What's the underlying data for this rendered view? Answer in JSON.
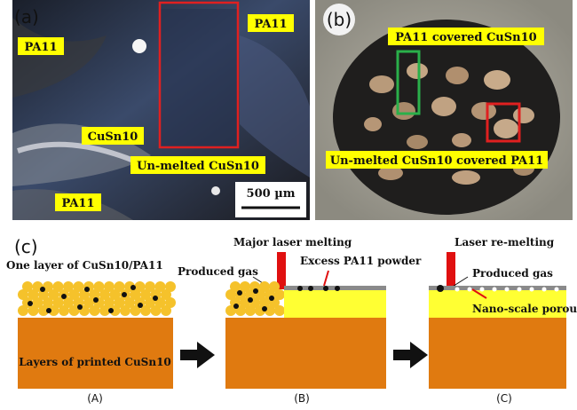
{
  "panel_a": {
    "tag": "(a)",
    "labels": {
      "pa11_top_left": "PA11",
      "pa11_top_right": "PA11",
      "cusn10": "CuSn10",
      "unmelted": "Un-melted CuSn10",
      "pa11_bottom": "PA11"
    },
    "scale_bar": "500 µm"
  },
  "panel_b": {
    "tag": "(b)",
    "labels": {
      "covered": "PA11 covered CuSn10",
      "unmelted_covered": "Un-melted CuSn10 covered PA11"
    }
  },
  "panel_c": {
    "tag": "(c)",
    "step_a": {
      "layer_label": "One layer of CuSn10/PA11",
      "base_label": "Layers of printed CuSn10",
      "caption": "(A)"
    },
    "step_b": {
      "laser_label": "Major laser melting",
      "gas_label": "Produced gas",
      "excess_label": "Excess PA11 powder",
      "caption": "(B)"
    },
    "step_c": {
      "laser_label": "Laser re-melting",
      "gas_label": "Produced gas",
      "porous_label": "Nano-scale porous",
      "caption": "(C)"
    }
  },
  "colors": {
    "label_bg": "#ffff00",
    "base_orange": "#e07a10",
    "powder_yellow": "#f5c22b",
    "melt_yellow": "#ffff33",
    "laser_red": "#e01010",
    "box_red": "#e02020",
    "box_green": "#2ab04a"
  }
}
